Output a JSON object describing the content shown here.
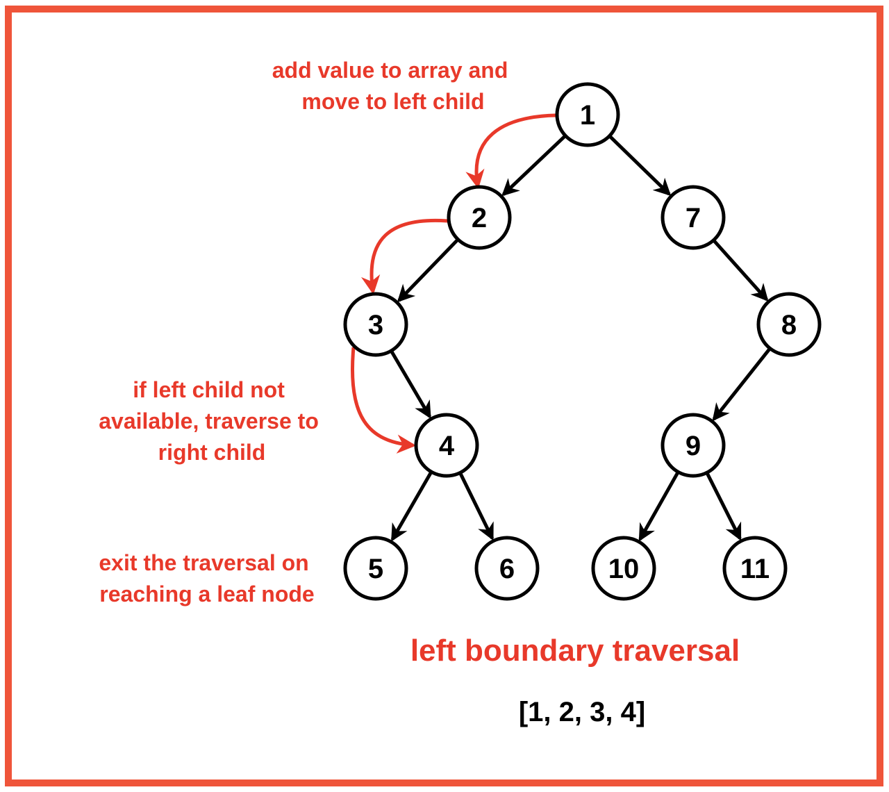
{
  "colors": {
    "frame": "#ef553a",
    "annotation": "#e8392a",
    "edge": "#000000"
  },
  "annotations": {
    "step1": [
      "add value to array and",
      "move to left child"
    ],
    "step2": [
      "if left child not",
      "available, traverse to",
      "right child"
    ],
    "step3": [
      "exit the traversal on",
      "reaching a leaf node"
    ]
  },
  "title": "left boundary traversal",
  "result": "[1, 2, 3, 4]",
  "nodes": [
    "1",
    "2",
    "7",
    "3",
    "8",
    "4",
    "9",
    "5",
    "6",
    "10",
    "11"
  ],
  "edges": [
    [
      "1",
      "2"
    ],
    [
      "1",
      "7"
    ],
    [
      "2",
      "3"
    ],
    [
      "7",
      "8"
    ],
    [
      "3",
      "4"
    ],
    [
      "8",
      "9"
    ],
    [
      "4",
      "5"
    ],
    [
      "4",
      "6"
    ],
    [
      "9",
      "10"
    ],
    [
      "9",
      "11"
    ]
  ],
  "traversal_path": [
    [
      "1",
      "2"
    ],
    [
      "2",
      "3"
    ],
    [
      "3",
      "4"
    ]
  ]
}
